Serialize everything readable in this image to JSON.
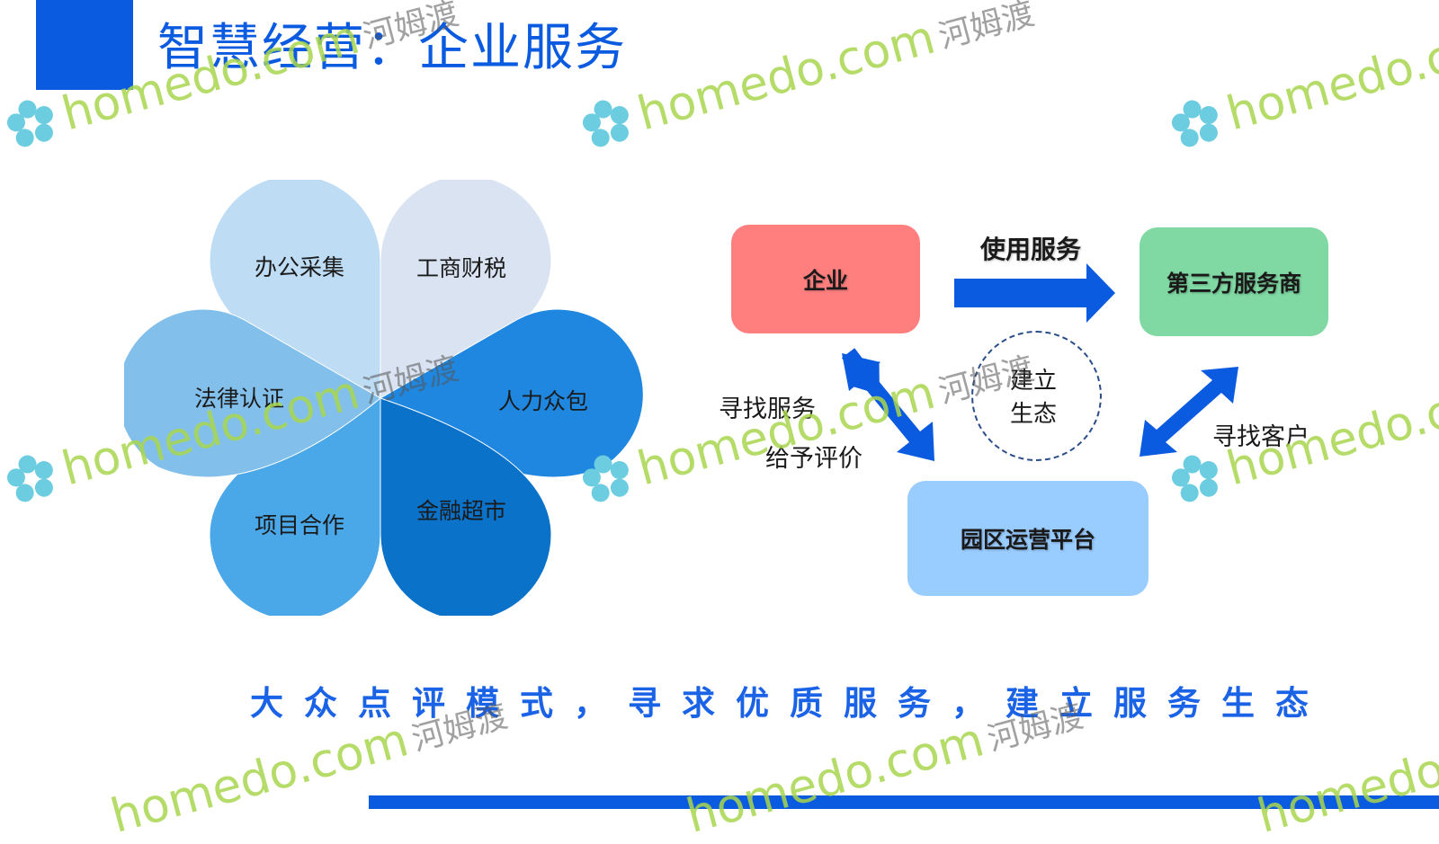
{
  "header": {
    "title": "智慧经营：企业服务"
  },
  "flower": {
    "petals": [
      {
        "label": "办公采集",
        "color": "#bfdcf5"
      },
      {
        "label": "工商财税",
        "color": "#d9e3f2"
      },
      {
        "label": "人力众包",
        "color": "#1f87e0"
      },
      {
        "label": "金融超市",
        "color": "#0a72c9"
      },
      {
        "label": "项目合作",
        "color": "#4aa8e8"
      },
      {
        "label": "法律认证",
        "color": "#82c0eb"
      }
    ]
  },
  "ecosystem": {
    "enterprise": "企业",
    "third_party": "第三方服务商",
    "platform": "园区运营平台",
    "center_line1": "建立",
    "center_line2": "生态",
    "use_service": "使用服务",
    "find_service": "寻找服务",
    "give_rating": "给予评价",
    "find_customer": "寻找客户",
    "arrow_color": "#0b5be0"
  },
  "slogan": "大众点评模式，寻求优质服务，建立服务生态",
  "watermark": {
    "site": "homedo.com",
    "brand": "河姆渡"
  },
  "colors": {
    "brand": "#0b5be0",
    "slogan": "#1b63e6"
  }
}
